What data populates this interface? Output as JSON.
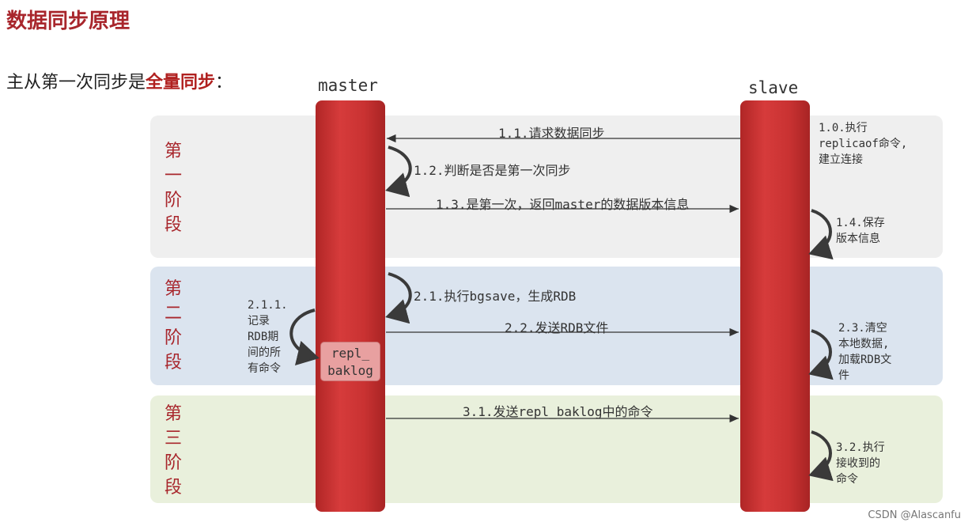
{
  "title": "数据同步原理",
  "subtitle": {
    "prefix": "主从第一次同步是",
    "highlight": "全量同步",
    "suffix": "："
  },
  "nodes": {
    "master": "master",
    "slave": "slave"
  },
  "phases": [
    {
      "label": [
        "第",
        "一",
        "阶",
        "段"
      ],
      "color": "#efefef"
    },
    {
      "label": [
        "第",
        "二",
        "阶",
        "段"
      ],
      "color": "#dbe4ef"
    },
    {
      "label": [
        "第",
        "三",
        "阶",
        "段"
      ],
      "color": "#e9f0dc"
    }
  ],
  "steps": {
    "s1_0": [
      "1.0.执行",
      "replicaof命令,",
      "建立连接"
    ],
    "s1_1": "1.1.请求数据同步",
    "s1_2": "1.2.判断是否是第一次同步",
    "s1_3": "1.3.是第一次，返回master的数据版本信息",
    "s1_4": [
      "1.4.保存",
      "版本信息"
    ],
    "s2_1": "2.1.执行bgsave，生成RDB",
    "s2_1_1": [
      "2.1.1.",
      "记录",
      "RDB期",
      "间的所",
      "有命令"
    ],
    "s2_2": "2.2.发送RDB文件",
    "s2_3": [
      "2.3.清空",
      "本地数据,",
      "加载RDB文",
      "件"
    ],
    "s3_1": "3.1.发送repl_baklog中的命令",
    "s3_2": [
      "3.2.执行",
      "接收到的",
      "命令"
    ]
  },
  "repl_baklog": [
    "repl_",
    "baklog"
  ],
  "watermark": "CSDN @Alascanfu"
}
